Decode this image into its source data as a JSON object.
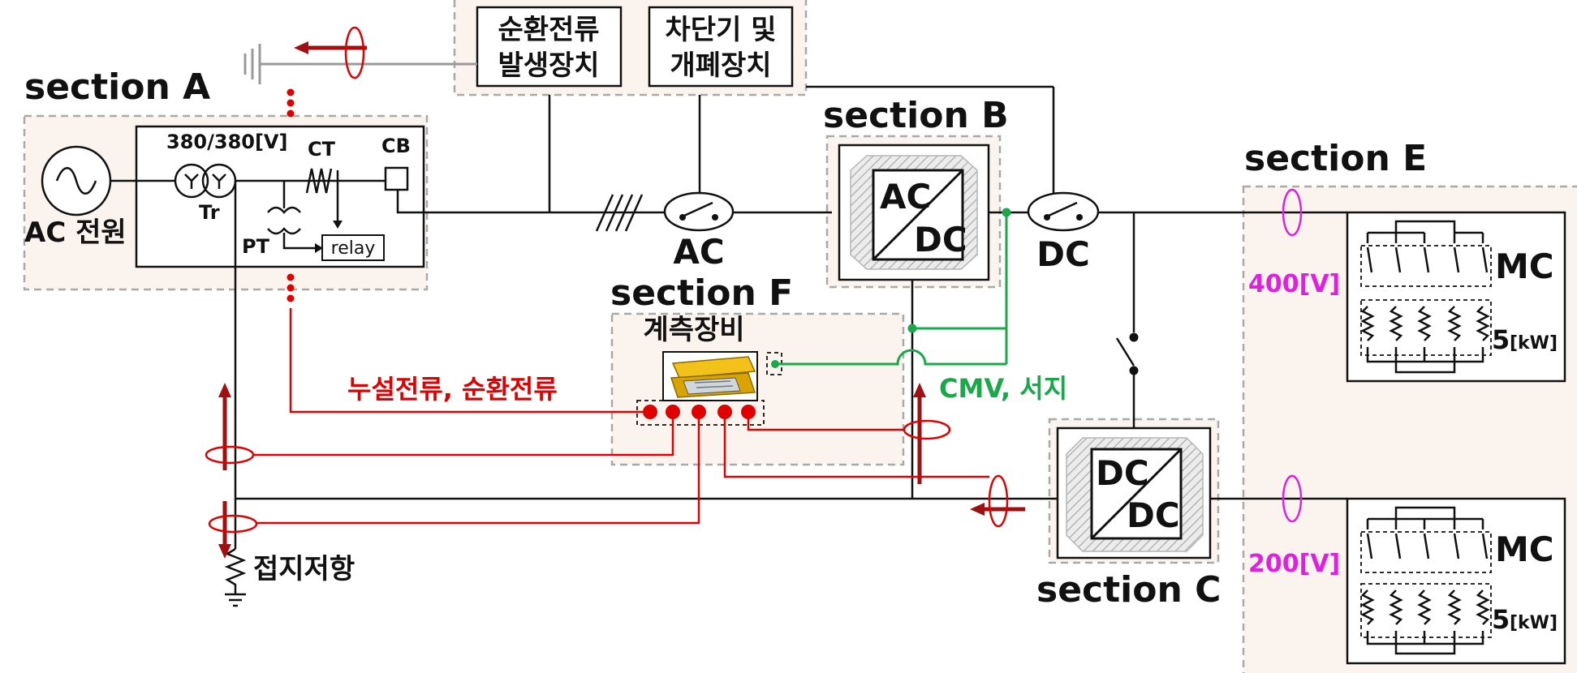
{
  "sections": {
    "a": "section  A",
    "b": "section  B",
    "c": "section  C",
    "e": "section  E",
    "f": "section  F"
  },
  "devices": {
    "circ_gen_line1": "순환전류",
    "circ_gen_line2": "발생장치",
    "breaker_line1": "차단기 및",
    "breaker_line2": "개폐장치",
    "measure": "계측장비",
    "ground_resistor": "접지저항"
  },
  "section_a": {
    "ac_source": "AC 전원",
    "tr_rating": "380/380[V]",
    "tr": "Tr",
    "ct": "CT",
    "cb": "CB",
    "pt": "PT",
    "relay": "relay"
  },
  "switches": {
    "ac": "AC",
    "dc": "DC"
  },
  "converters": {
    "acdc_top": "AC",
    "acdc_bottom": "DC",
    "dcdc_top": "DC",
    "dcdc_bottom": "DC"
  },
  "signals": {
    "leak_current": "누설전류, 순환전류",
    "cmv_surge": "CMV, 서지"
  },
  "loads": {
    "upper_voltage": "400[V]",
    "lower_voltage": "200[V]",
    "mc_upper": "MC",
    "mc_lower": "MC",
    "power_upper_num": "5",
    "power_upper_unit": "[kW]",
    "power_lower_num": "5",
    "power_lower_unit": "[kW]"
  },
  "colors": {
    "signal_red": "#e00000",
    "surge_green": "#1aa84a",
    "voltage_magenta": "#e020e0",
    "section_fill": "#fbf4ee",
    "arrow_darkred": "#a01010"
  }
}
